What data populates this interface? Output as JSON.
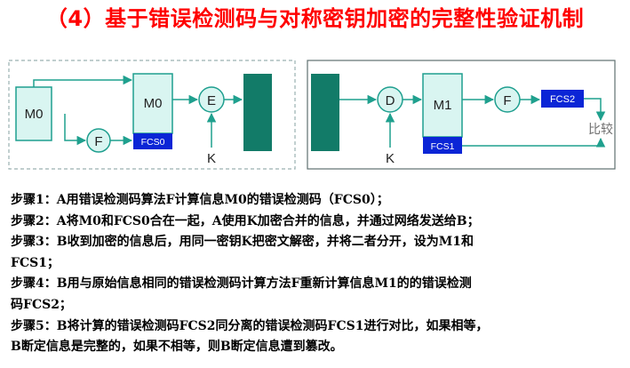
{
  "title": "（4）基于错误检测码与对称密钥加密的完整性验证机制",
  "diagram": {
    "m0": "M0",
    "f_sender": "F",
    "m0_packet": "M0",
    "fcs0": "FCS0",
    "encrypt": "E",
    "key_sender": "K",
    "decrypt": "D",
    "key_receiver": "K",
    "m1_packet": "M1",
    "fcs1": "FCS1",
    "f_receiver": "F",
    "fcs2": "FCS2",
    "compare": "比较"
  },
  "steps": [
    "步骤1：A用错误检测码算法F计算信息M0的错误检测码（FCS0）；",
    "步骤2：A将M0和FCS0合在一起，A使用K加密合并的信息，并通过网络发送给B；",
    "步骤3：B收到加密的信息后，用同一密钥K把密文解密，并将二者分开，设为M1和",
    "FCS1；",
    "步骤4：B用与原始信息相同的错误检测码计算方法F重新计算信息M1的的错误检测",
    "码FCS2；",
    "步骤5：B将计算的错误检测码FCS2同分离的错误检测码FCS1进行对比，如果相等，",
    "B断定信息是完整的，如果不相等，则B断定信息遭到篡改。"
  ],
  "colors": {
    "title": "#ff0000",
    "box_fill": "#d9f5f1",
    "box_stroke": "#1f9f8f",
    "fcs_fill": "#0b25d6",
    "channel_fill": "#127b68",
    "arrow": "#1fa08e",
    "frame": "#9ab0b0",
    "compare_text": "#6e6e6e"
  }
}
